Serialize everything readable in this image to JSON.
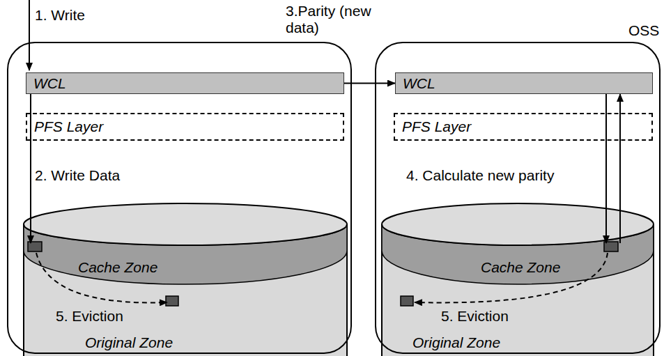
{
  "diagram": {
    "nodes": [
      {
        "text": [
          "1. Write"
        ]
      },
      {
        "text": [
          "WCL"
        ],
        "in": 0
      },
      {
        "text": [
          "PFS Layer"
        ],
        "in": 0
      },
      {
        "text": [
          "Original Zone"
        ],
        "in": 0
      },
      {
        "text": [
          "Cache Zone"
        ],
        "in": 3
      },
      {
        "text": [
          "OSS"
        ]
      },
      {
        "text": [
          "WCL"
        ],
        "in": 5
      },
      {
        "text": [
          "PFS Layer"
        ],
        "in": 5
      },
      {
        "text": [
          "Original Zone"
        ],
        "in": 5
      },
      {
        "text": [
          "Cache Zone"
        ],
        "in": 8
      }
    ],
    "edges": [
      {
        "from": 1,
        "to": 6,
        "label": "3.Parity (new data)",
        "arrow": "to"
      },
      {
        "from": 1,
        "to": 4,
        "label": "2. Write Data",
        "arrow": "to"
      },
      {
        "from": 6,
        "to": 9,
        "label": "4. Calculate new parity",
        "arrow": "to"
      },
      {
        "from": 9,
        "to": 6,
        "arrow": "to"
      },
      {
        "from": 4,
        "to": 3,
        "label": "5. Eviction",
        "arrow": "to"
      },
      {
        "from": 9,
        "to": 8,
        "label": "5. Eviction",
        "arrow": "to"
      }
    ]
  }
}
